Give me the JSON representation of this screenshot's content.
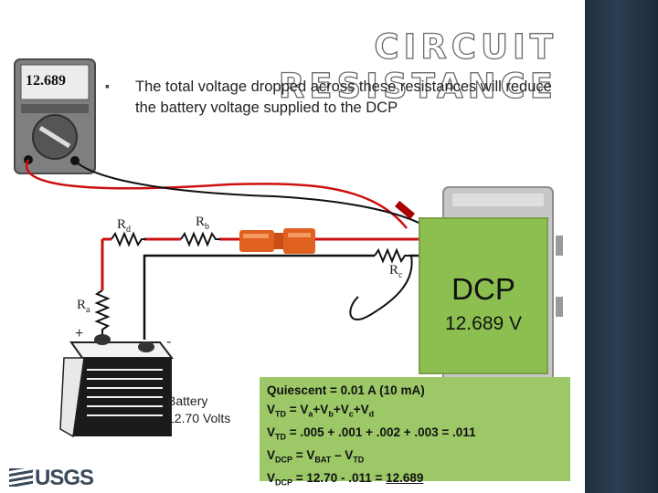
{
  "slide": {
    "title": "CIRCUIT RESISTANCE",
    "bullet": "The total voltage dropped across these resistances will reduce the battery voltage supplied to the DCP"
  },
  "meter": {
    "reading": "12.689"
  },
  "resistors": {
    "Ra": "a",
    "Rb": "b",
    "Rc": "c",
    "Rd": "d",
    "R": "R"
  },
  "battery": {
    "plus": "+",
    "minus": "-",
    "line1": "Battery",
    "line2": "12.70 Volts"
  },
  "dcp": {
    "label": "DCP",
    "voltage": "12.689 V"
  },
  "calc": {
    "line1": "Quiescent = 0.01 A (10 mA)",
    "td": "TD",
    "dcp": "DCP",
    "bat": "BAT",
    "a": "a",
    "b": "b",
    "c": "c",
    "d": "d",
    "eq_sum_prefix": " = V",
    "line3_tail": " = .005 + .001 + .002 + .003 = .011",
    "line5_tail": " = 12.70 - .011 = ",
    "result": "12.689"
  },
  "logo": "USGS",
  "colors": {
    "accent_green": "#8cbf50",
    "wire_red": "#cc1010",
    "sidebar": "#1e2f3f"
  }
}
